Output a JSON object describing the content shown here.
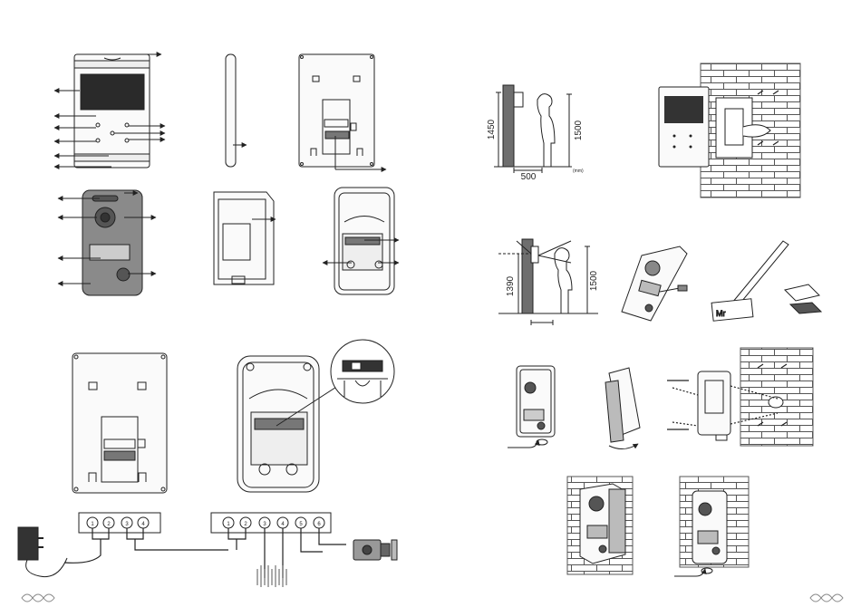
{
  "dimensions": {
    "indoor_height": "1450",
    "person_height_a": "1500",
    "distance": "500",
    "unit": "(mm)",
    "outdoor_height": "1390",
    "person_height_b": "1500"
  },
  "nameplate_text": "Mr",
  "terminal_labels": {
    "monitor": [
      "1",
      "2",
      "3",
      "4"
    ],
    "outdoor": [
      "1",
      "2",
      "3",
      "4",
      "5",
      "6"
    ]
  },
  "colors": {
    "line": "#222222",
    "panel_gray": "#8a8a8a",
    "brick": "#555555",
    "wall_fill": "#6e6e6e"
  }
}
